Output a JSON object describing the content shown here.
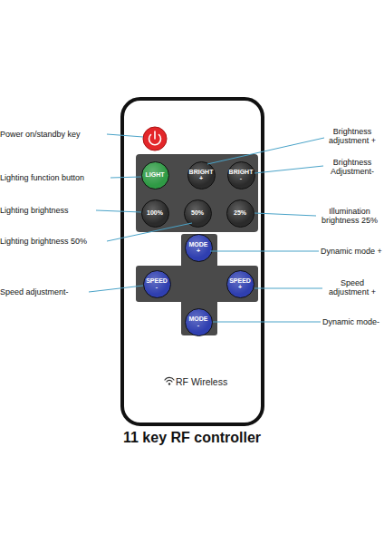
{
  "diagram": {
    "caption": "11 key RF controller",
    "nodes": [
      {
        "text": [
          "RF Wireless"
        ]
      },
      {
        "text": [
          "LIGHT"
        ],
        "in": 0
      },
      {
        "text": [
          "BRIGHT +"
        ],
        "in": 0
      },
      {
        "text": [
          "BRIGHT -"
        ],
        "in": 0
      },
      {
        "text": [
          "100%"
        ],
        "in": 0
      },
      {
        "text": [
          "50%"
        ],
        "in": 0
      },
      {
        "text": [
          "25%"
        ],
        "in": 0
      },
      {
        "text": [
          "MODE +"
        ],
        "in": 0
      },
      {
        "text": [
          "SPEED -"
        ],
        "in": 0
      },
      {
        "text": [
          "SPEED +"
        ],
        "in": 0
      },
      {
        "text": [
          "MODE -"
        ],
        "in": 0
      }
    ],
    "labels": [
      "Power on/standby key",
      "Brightness adjustment +",
      "Brightness Adjustment-",
      "Lighting function button",
      "Lighting brightness",
      "Illumination brightness 25%",
      "Lighting brightness 50%",
      "Dynamic mode +",
      "Speed adjustment-",
      "Speed adjustment +",
      "Dynamic mode-"
    ]
  }
}
